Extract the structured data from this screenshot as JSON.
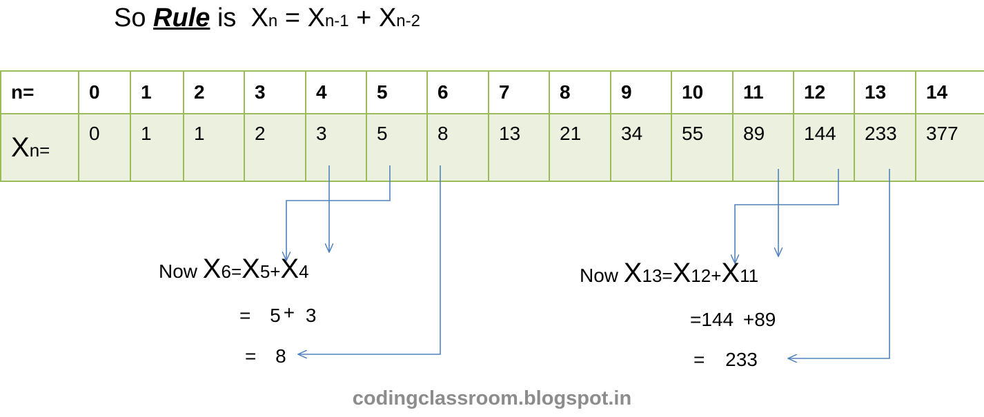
{
  "title": {
    "so": "So",
    "rule": "Rule",
    "is": "is",
    "x1": "X",
    "s1": "n",
    "eq": " = ",
    "x2": "X",
    "s2": "n-1",
    "plus": " + ",
    "x3": "X",
    "s3": "n-2"
  },
  "table": {
    "n_header": "n=",
    "x_header_big": "X",
    "x_header_sub": "n=",
    "n_values": [
      "0",
      "1",
      "2",
      "3",
      "4",
      "5",
      "6",
      "7",
      "8",
      "9",
      "10",
      "11",
      "12",
      "13",
      "14"
    ],
    "x_values": [
      "0",
      "1",
      "1",
      "2",
      "3",
      "5",
      "8",
      "13",
      "21",
      "34",
      "55",
      "89",
      "144",
      "233",
      "377"
    ]
  },
  "example1": {
    "now": "Now ",
    "x_a": "X",
    "s_a": "6",
    "eq": "=",
    "x_b": "X",
    "s_b": "5",
    "plus": "+",
    "x_c": "X",
    "s_c": "4",
    "line2_eq": "=",
    "line2_a": "5",
    "line2_plus": "+",
    "line2_b": "3",
    "line3_eq": "=",
    "line3_val": "8"
  },
  "example2": {
    "now": "Now ",
    "x_a": "X",
    "s_a": "13",
    "eq": "=",
    "x_b": "X",
    "s_b": "12",
    "plus": "+",
    "x_c": "X",
    "s_c": "11",
    "line2_a": "=144",
    "line2_b": "+89",
    "line3_eq": "=",
    "line3_val": "233"
  },
  "colors": {
    "table_border": "#9bbb59",
    "table_row_fill": "#ebf1de",
    "arrow": "#4f81bd",
    "footer": "#8c8c8c"
  },
  "footer": "codingclassroom.blogspot.in"
}
